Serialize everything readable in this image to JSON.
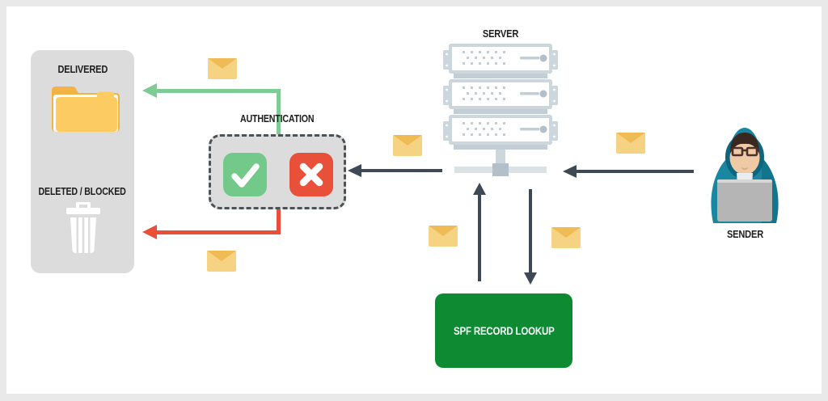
{
  "labels": {
    "delivered": "DELIVERED",
    "deleted_blocked": "DELETED / BLOCKED",
    "authentication": "AUTHENTICATION",
    "server": "SERVER",
    "sender": "SENDER",
    "spf": "SPF RECORD LOOKUP"
  },
  "icons": {
    "folder": "folder-icon",
    "trash": "trash-icon",
    "check": "check-icon",
    "cross": "x-icon",
    "envelope": "envelope-icon",
    "server": "server-rack-icon",
    "sender": "hooded-sender-icon"
  },
  "colors": {
    "frame": "#e9e9e9",
    "panel": "#dcdcdc",
    "label": "#1d1d1b",
    "green_arrow": "#7ecb96",
    "red": "#e8503a",
    "check": "#72c989",
    "dark": "#3d4a56",
    "spf": "#0e8a33",
    "env_body": "#f6d383",
    "env_flap": "#eebb55",
    "server_light": "#ccd6dd",
    "server_mid": "#c3cdd5",
    "server_dark": "#b4c0c9",
    "server_bar": "#dbe2e6",
    "folder_back": "#f2b244",
    "folder_front": "#fccc63",
    "teal": "#1a87a0",
    "teal_dark": "#0e657e",
    "skin": "#f0caa4",
    "hair": "#38281f",
    "laptop": "#b5b5b5"
  }
}
